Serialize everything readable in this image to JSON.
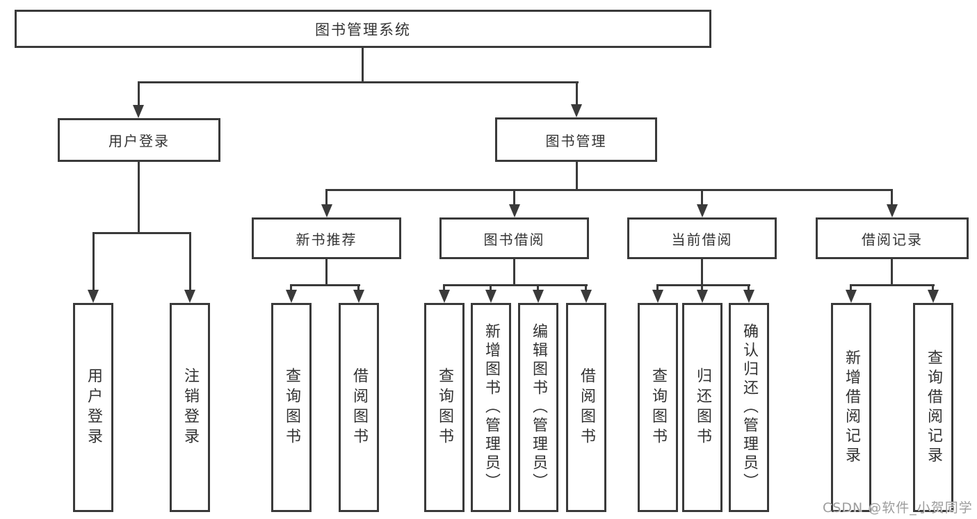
{
  "colors": {
    "background": "#ffffff",
    "line": "#3a3a3a",
    "text": "#333333",
    "watermark": "#9d9d9d"
  },
  "watermark": {
    "label": "CSDN @软件_小贺同学"
  },
  "tree": {
    "root": {
      "label": "图书管理系统"
    },
    "branches": [
      {
        "label": "用户登录",
        "children": [
          {
            "label": "用户登录"
          },
          {
            "label": "注销登录"
          }
        ]
      },
      {
        "label": "图书管理",
        "children": [
          {
            "label": "新书推荐",
            "children": [
              {
                "label": "查询图书"
              },
              {
                "label": "借阅图书"
              }
            ]
          },
          {
            "label": "图书借阅",
            "children": [
              {
                "label": "查询图书"
              },
              {
                "label": "新增图书（管理员）"
              },
              {
                "label": "编辑图书（管理员）"
              },
              {
                "label": "借阅图书"
              }
            ]
          },
          {
            "label": "当前借阅",
            "children": [
              {
                "label": "查询图书"
              },
              {
                "label": "归还图书"
              },
              {
                "label": "确认归还（管理员）"
              }
            ]
          },
          {
            "label": "借阅记录",
            "children": [
              {
                "label": "新增借阅记录"
              },
              {
                "label": "查询借阅记录"
              }
            ]
          }
        ]
      }
    ]
  }
}
